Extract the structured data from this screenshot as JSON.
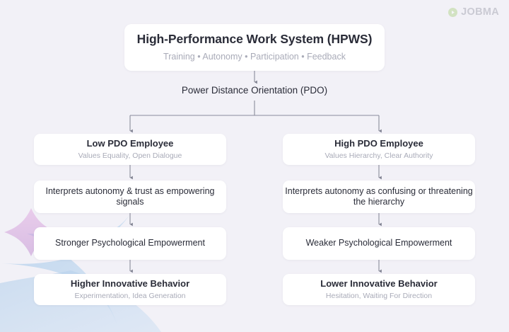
{
  "brand": {
    "name": "JOBMA",
    "mark_icon": "play-circle-icon",
    "mark_color": "#8bc34a"
  },
  "canvas": {
    "background_color": "#f2f1f7",
    "card_color": "#ffffff",
    "connector_color": "#8a8c9c",
    "title_color": "#2a2c38",
    "subtitle_color": "#a9abb8",
    "decor": {
      "sparkle_blue_color": "#b9d4ef",
      "sparkle_pink_color": "#d9a8d8"
    }
  },
  "diagram": {
    "type": "flowchart",
    "root": {
      "title": "High-Performance Work System (HPWS)",
      "subtitle": "Training • Autonomy • Participation • Feedback"
    },
    "moderator": {
      "label": "Power Distance Orientation (PDO)"
    },
    "branches": [
      {
        "side": "left",
        "steps": [
          {
            "title": "Low PDO Employee",
            "subtitle": "Values Equality, Open Dialogue"
          },
          {
            "title": "Interprets autonomy & trust as empowering signals",
            "subtitle": ""
          },
          {
            "title": "Stronger Psychological Empowerment",
            "subtitle": ""
          },
          {
            "title": "Higher Innovative Behavior",
            "subtitle": "Experimentation, Idea Generation"
          }
        ]
      },
      {
        "side": "right",
        "steps": [
          {
            "title": "High PDO Employee",
            "subtitle": "Values Hierarchy, Clear Authority"
          },
          {
            "title": "Interprets autonomy as confusing or threatening the hierarchy",
            "subtitle": ""
          },
          {
            "title": "Weaker Psychological Empowerment",
            "subtitle": ""
          },
          {
            "title": "Lower Innovative Behavior",
            "subtitle": "Hesitation, Waiting For Direction"
          }
        ]
      }
    ]
  }
}
